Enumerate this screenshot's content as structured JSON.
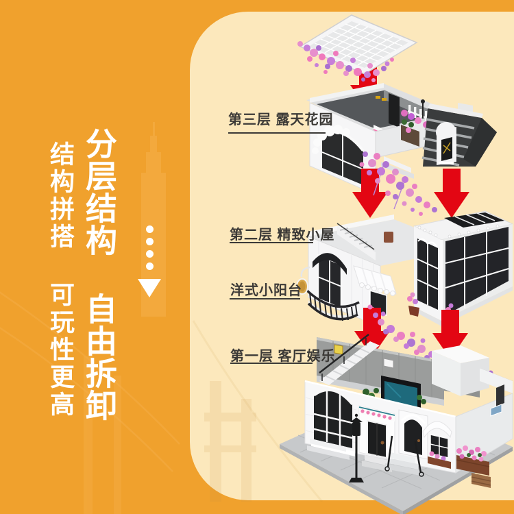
{
  "poster": {
    "background_color": "#F0A12D",
    "panel_color": "#FCE8BC",
    "left_panel": {
      "headline": "分层结构 自由拆卸",
      "subheadline": "结构拼搭 可玩性更高",
      "text_color": "#FFFFFF",
      "decor_icon": "dotted-down-arrow"
    },
    "diagram": {
      "arrow_color": "#E30613",
      "label_color": "#3C3A37",
      "labels": [
        {
          "text": "第三层 露天花园"
        },
        {
          "text": "第二层 精致小屋"
        },
        {
          "text": "洋式小阳台"
        },
        {
          "text": "第一层 客厅娱乐"
        }
      ],
      "parts": [
        "roof-trellis-plate",
        "third-floor-roof-garden",
        "second-floor-cottage",
        "western-style-balcony",
        "first-floor-living-room"
      ]
    }
  }
}
